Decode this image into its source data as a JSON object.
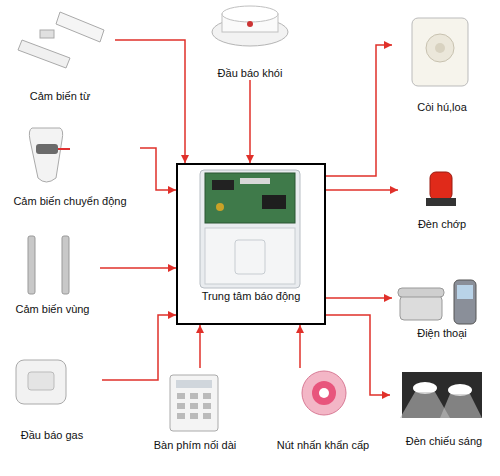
{
  "diagram": {
    "nodes": [
      {
        "text": [
          "Đầu báo khói"
        ]
      },
      {
        "text": [
          "Cảm biến từ"
        ]
      },
      {
        "text": [
          "Còi hú,loa"
        ]
      },
      {
        "text": [
          "Cảm biến chuyển động"
        ]
      },
      {
        "text": [
          "Trung tâm báo động"
        ]
      },
      {
        "text": [
          "Đèn chớp"
        ]
      },
      {
        "text": [
          "Cảm biến vùng"
        ]
      },
      {
        "text": [
          "Điện thoại"
        ]
      },
      {
        "text": [
          "Đầu báo gas"
        ]
      },
      {
        "text": [
          "Đèn chiếu sáng"
        ]
      },
      {
        "text": [
          "Bàn phím nối dài"
        ]
      },
      {
        "text": [
          "Nút nhấn khẩn cấp"
        ]
      }
    ],
    "edges": [
      {
        "from": 0,
        "to": 4,
        "arrow": "to"
      },
      {
        "from": 1,
        "to": 4,
        "arrow": "to"
      },
      {
        "from": 3,
        "to": 4,
        "arrow": "to"
      },
      {
        "from": 6,
        "to": 4,
        "arrow": "to"
      },
      {
        "from": 8,
        "to": 4,
        "arrow": "to"
      },
      {
        "from": 10,
        "to": 4,
        "arrow": "to"
      },
      {
        "from": 11,
        "to": 4,
        "arrow": "to"
      },
      {
        "from": 4,
        "to": 2,
        "arrow": "to"
      },
      {
        "from": 4,
        "to": 5,
        "arrow": "to"
      },
      {
        "from": 4,
        "to": 7,
        "arrow": "to"
      },
      {
        "from": 4,
        "to": 9,
        "arrow": "to"
      }
    ]
  }
}
